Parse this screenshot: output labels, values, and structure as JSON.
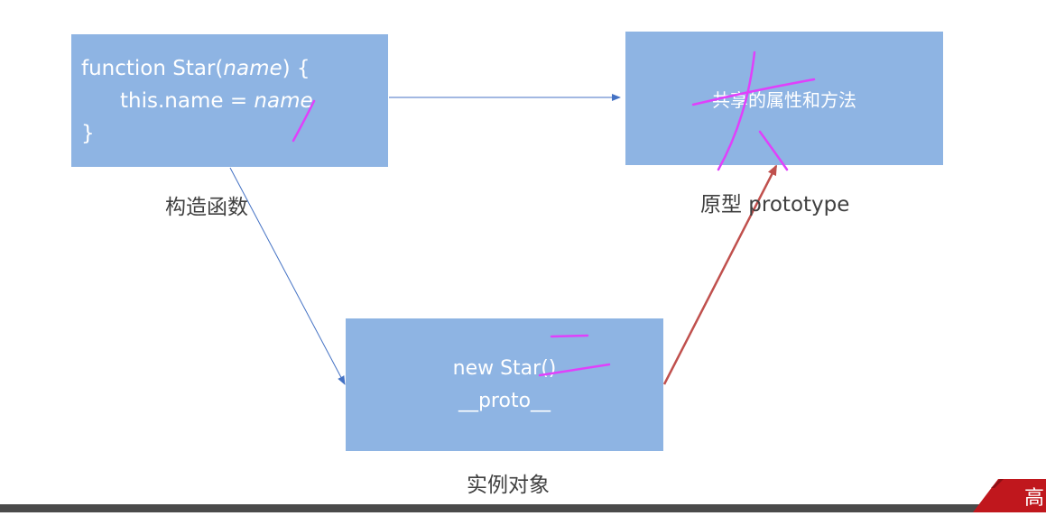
{
  "diagram": {
    "constructor_box": {
      "line1_prefix": "function Star(",
      "line1_param": "name",
      "line1_suffix": ") {",
      "line2_prefix": "this.name = ",
      "line2_value": "name",
      "line3": "}"
    },
    "prototype_box": {
      "text": "共享的属性和方法"
    },
    "instance_box": {
      "line1": "new Star()",
      "line2": "__proto__"
    },
    "captions": {
      "constructor": "构造函数",
      "prototype": "原型 prototype",
      "instance": "实例对象"
    },
    "arrows": [
      {
        "from": "constructor",
        "to": "prototype",
        "color": "#4472c4"
      },
      {
        "from": "constructor",
        "to": "instance",
        "color": "#4472c4"
      },
      {
        "from": "instance",
        "to": "prototype",
        "color": "#c0504d"
      }
    ],
    "colors": {
      "box_fill": "#8eb4e3",
      "box_text": "#ffffff",
      "caption_text": "#404040",
      "annotation_ink": "#e040fb",
      "bottom_bar": "#4a4a4a",
      "logo_red": "#c0171d"
    }
  },
  "logo": {
    "text": "高"
  }
}
